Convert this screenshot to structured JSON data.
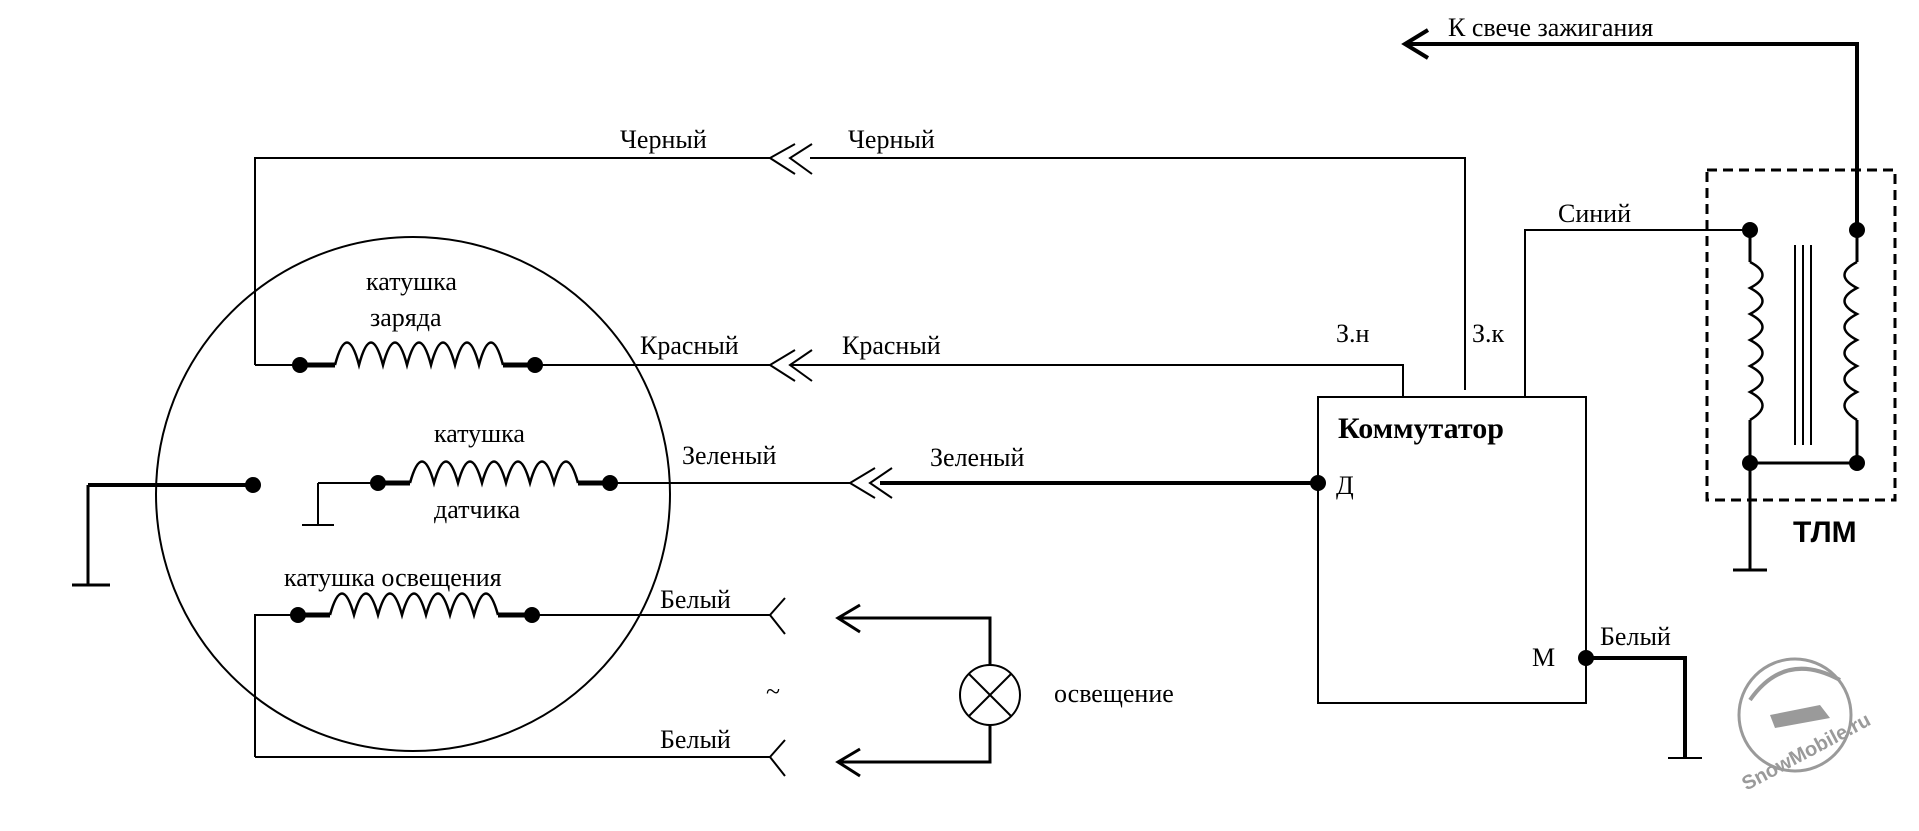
{
  "labels": {
    "spark_plug": "К свече зажигания",
    "black_left": "Черный",
    "black_right": "Черный",
    "charge_coil_1": "катушка",
    "charge_coil_2": "заряда",
    "red_left": "Красный",
    "red_right": "Красный",
    "sensor_coil_1": "катушка",
    "sensor_coil_2": "датчика",
    "green_left": "Зеленый",
    "green_right": "Зеленый",
    "lighting_coil": "катушка освещения",
    "white_top": "Белый",
    "white_bottom": "Белый",
    "ac_symbol": "~",
    "lighting": "освещение",
    "blue": "Синий",
    "term_zn": "З.н",
    "term_zk": "З.к",
    "commutator": "Коммутатор",
    "term_d": "Д",
    "term_m": "М",
    "white_m": "Белый",
    "tlm": "ТЛМ",
    "watermark": "SnowMobile.ru"
  },
  "colors": {
    "line": "#000000",
    "watermark": "#9a9a9a"
  }
}
